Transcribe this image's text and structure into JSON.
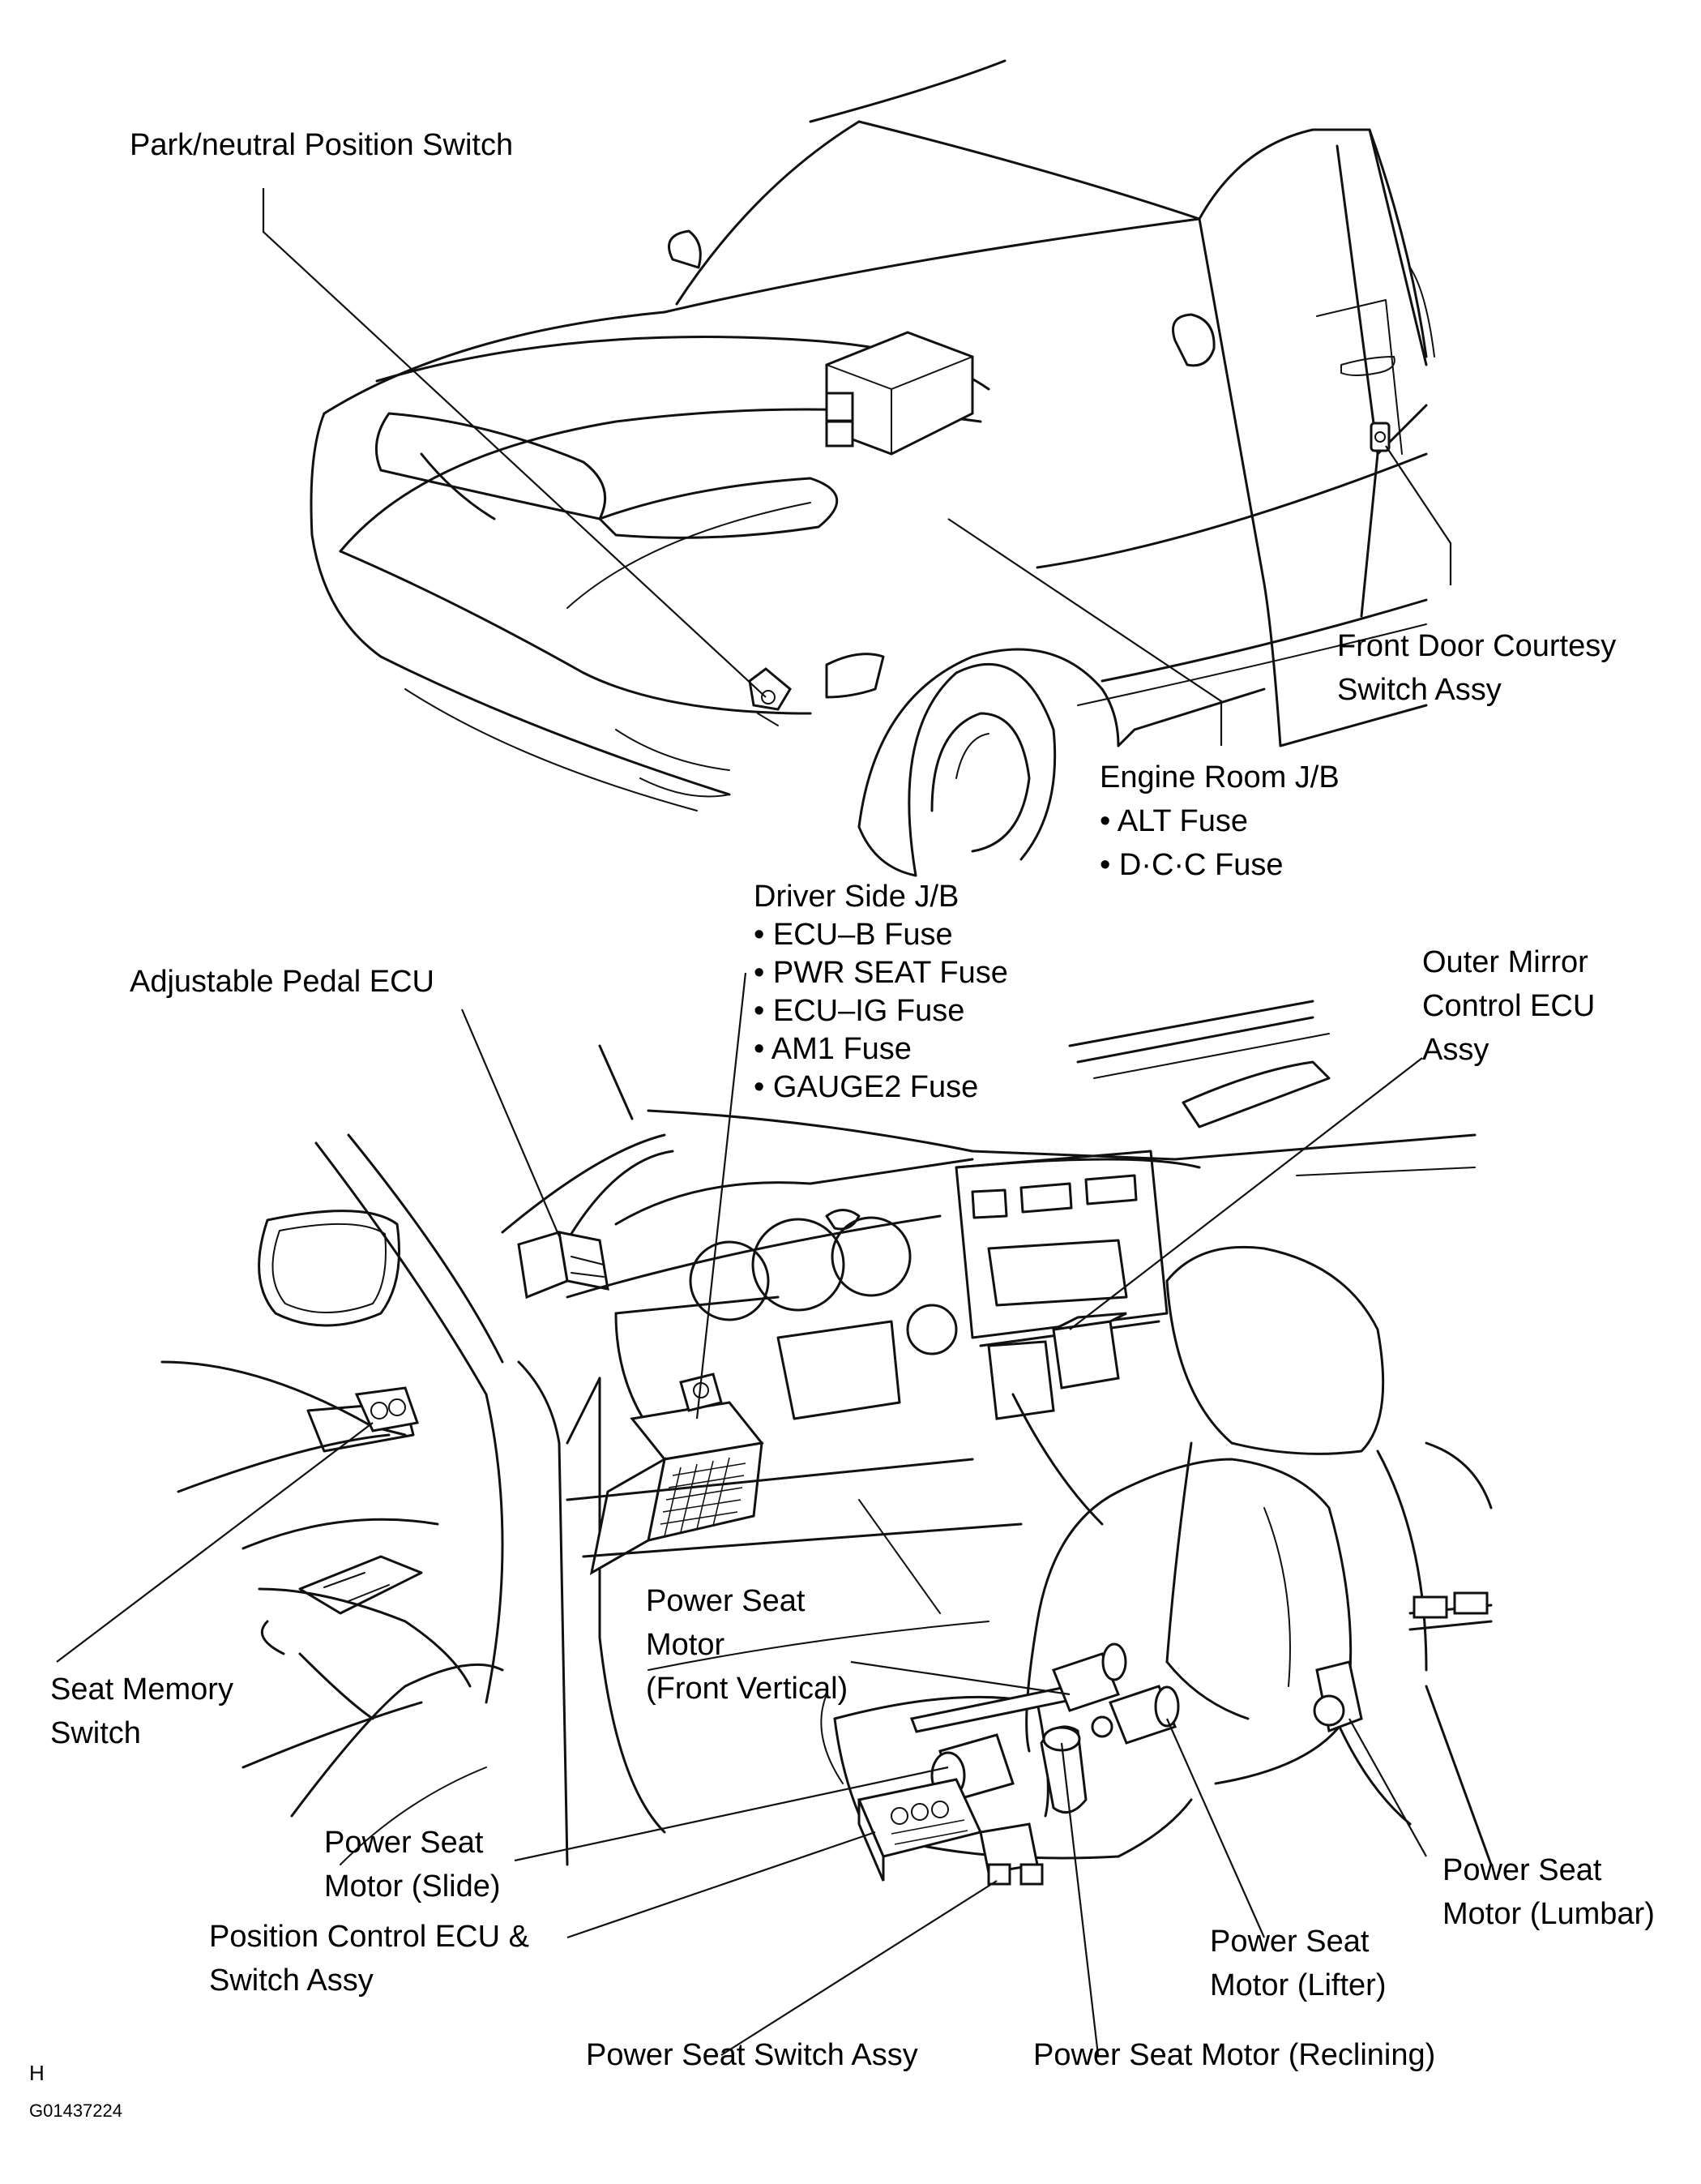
{
  "labels": {
    "park_neutral": [
      "Park/neutral Position Switch"
    ],
    "front_door": [
      "Front Door Courtesy",
      "Switch Assy"
    ],
    "engine_room": [
      "Engine Room J/B",
      "• ALT Fuse",
      "• D·C·C Fuse"
    ],
    "driver_side": [
      "Driver Side J/B",
      "• ECU–B Fuse",
      "• PWR SEAT Fuse",
      "• ECU–IG Fuse",
      "• AM1 Fuse",
      "• GAUGE2 Fuse"
    ],
    "adjustable_pedal": [
      "Adjustable Pedal ECU"
    ],
    "outer_mirror": [
      "Outer Mirror",
      "Control ECU",
      "Assy"
    ],
    "seat_memory": [
      "Seat Memory",
      "Switch"
    ],
    "front_vertical": [
      "Power Seat",
      "Motor",
      "(Front Vertical)"
    ],
    "slide": [
      "Power Seat",
      "Motor (Slide)"
    ],
    "position_control": [
      "Position Control ECU &",
      "Switch Assy"
    ],
    "switch_assy": [
      "Power Seat Switch Assy"
    ],
    "reclining": [
      "Power Seat Motor (Reclining)"
    ],
    "lifter": [
      "Power Seat",
      "Motor (Lifter)"
    ],
    "lumbar": [
      "Power Seat",
      "Motor (Lumbar)"
    ]
  },
  "footer": {
    "letter": "H",
    "code": "G01437224"
  }
}
